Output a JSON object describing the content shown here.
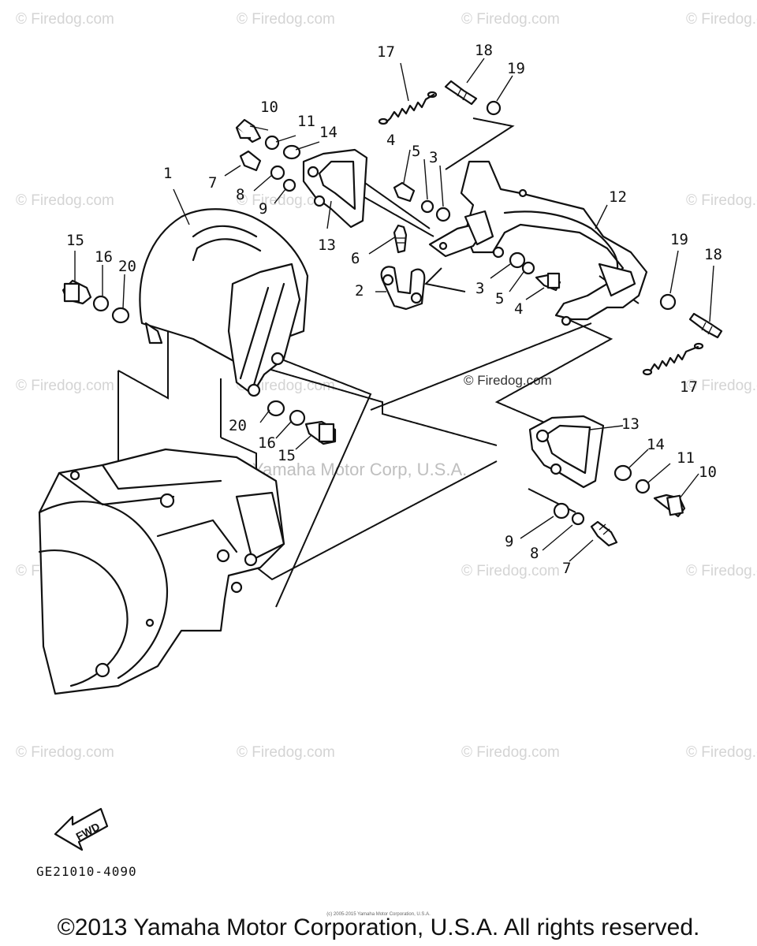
{
  "watermark": {
    "small": "© Firedog.com",
    "large": "© Firedog.com",
    "center": "Yamaha Motor Corp, U.S.A."
  },
  "fwd_label": "FWD",
  "part_number": "GE21010-4090",
  "fineprint": "(c) 2005-2015 Yamaha Motor Corporation, U.S.A.",
  "copyright": "©2013 Yamaha Motor Corporation, U.S.A. All rights reserved.",
  "callouts": {
    "c17a": "17",
    "c18a": "18",
    "c19a": "19",
    "c10a": "10",
    "c11a": "11",
    "c14a": "14",
    "c7a": "7",
    "c8a": "8",
    "c9a": "9",
    "c1": "1",
    "c13a": "13",
    "c4a": "4",
    "c5a": "5",
    "c3a": "3",
    "c12": "12",
    "c6": "6",
    "c2": "2",
    "c3b": "3",
    "c5b": "5",
    "c4b": "4",
    "c15a": "15",
    "c16a": "16",
    "c20a": "20",
    "c19b": "19",
    "c18b": "18",
    "c17b": "17",
    "c20b": "20",
    "c16b": "16",
    "c15b": "15",
    "c13b": "13",
    "c14b": "14",
    "c11b": "11",
    "c10b": "10",
    "c9b": "9",
    "c8b": "8",
    "c7b": "7"
  }
}
